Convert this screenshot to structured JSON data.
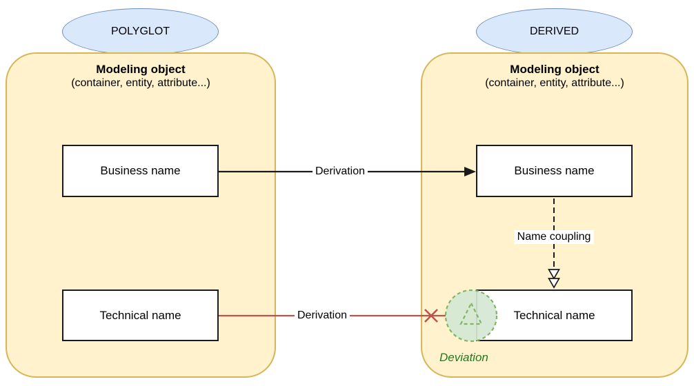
{
  "diagram": {
    "polyglot": {
      "tag": "POLYGLOT",
      "title": "Modeling object",
      "subtitle": "(container, entity, attribute...)",
      "business_box": "Business name",
      "technical_box": "Technical name"
    },
    "derived": {
      "tag": "DERIVED",
      "title": "Modeling object",
      "subtitle": "(container, entity, attribute...)",
      "business_box": "Business name",
      "technical_box": "Technical name"
    },
    "edges": {
      "business_derivation_label": "Derivation",
      "technical_derivation_label": "Derivation",
      "name_coupling_label": "Name coupling",
      "deviation_label": "Deviation"
    },
    "colors": {
      "container_fill": "#FFF2CC",
      "container_border": "#D6B656",
      "ellipse_fill": "#DAE8FC",
      "ellipse_border": "#6C8EBF",
      "box_border": "#1A1A1A",
      "black_edge": "#000000",
      "blocked_edge_red": "#B85450",
      "deviation_green_border": "#82B366",
      "deviation_green_fill": "#D5E8D4",
      "deviation_text_green": "#1E7B1E"
    }
  }
}
